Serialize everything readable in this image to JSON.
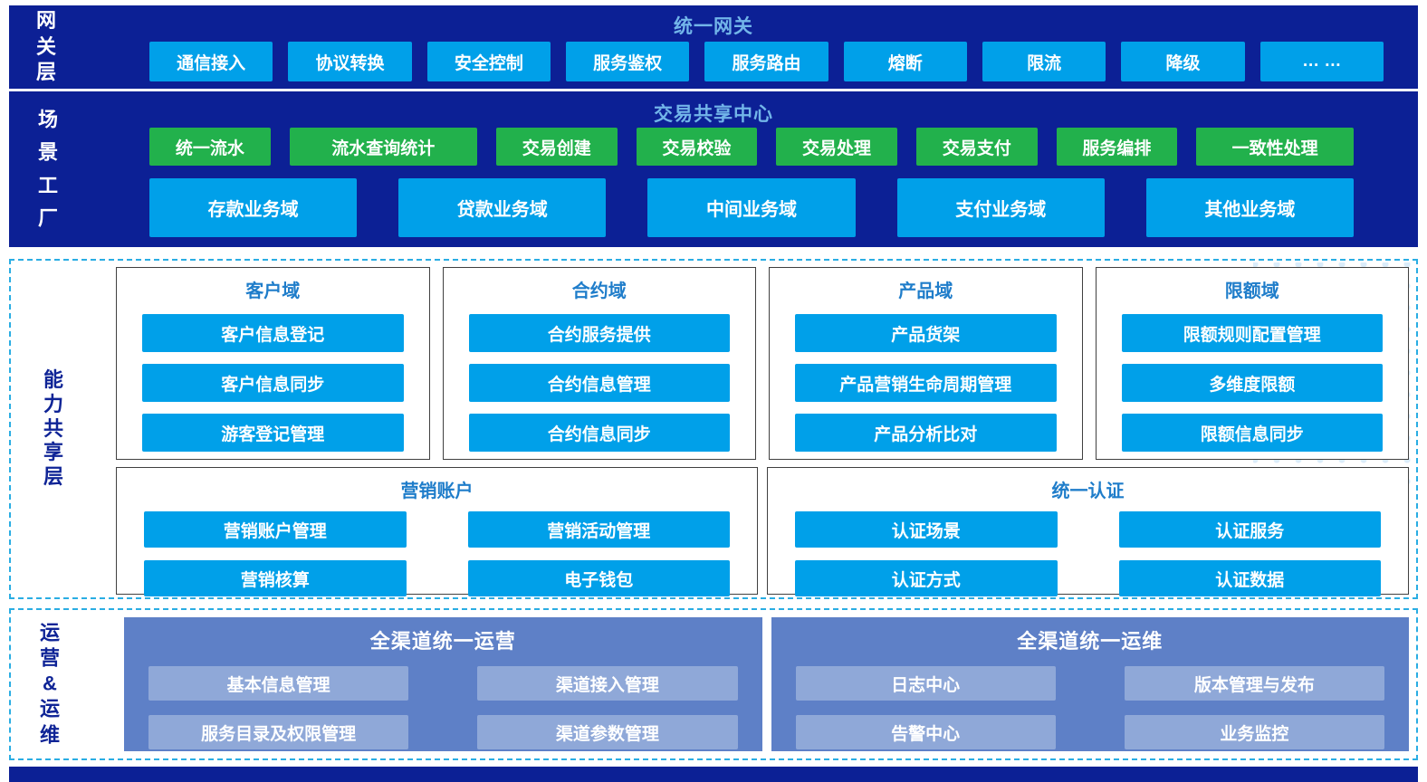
{
  "colors": {
    "navy": "#0c2095",
    "cyan_button": "#00a0e9",
    "green_button": "#22b14c",
    "layer_title_text": "#72b5e9",
    "box_title_text": "#1f7dca",
    "ops_panel": "#5e80c7",
    "ops_button": "#8fa8d8",
    "dashed_border": "#2aade3"
  },
  "gateway": {
    "side_label": "网关层",
    "title": "统一网关",
    "items": [
      "通信接入",
      "协议转换",
      "安全控制",
      "服务鉴权",
      "服务路由",
      "熔断",
      "限流",
      "降级",
      "… …"
    ]
  },
  "scenario": {
    "side_label": "场景工厂",
    "title": "交易共享中心",
    "services": [
      "统一流水",
      "流水查询统计",
      "交易创建",
      "交易校验",
      "交易处理",
      "交易支付",
      "服务编排",
      "一致性处理"
    ],
    "domains": [
      "存款业务域",
      "贷款业务域",
      "中间业务域",
      "支付业务域",
      "其他业务域"
    ]
  },
  "capability": {
    "side_label": "能力共享层",
    "domains": [
      {
        "title": "客户域",
        "items": [
          "客户信息登记",
          "客户信息同步",
          "游客登记管理"
        ]
      },
      {
        "title": "合约域",
        "items": [
          "合约服务提供",
          "合约信息管理",
          "合约信息同步"
        ]
      },
      {
        "title": "产品域",
        "items": [
          "产品货架",
          "产品营销生命周期管理",
          "产品分析比对"
        ]
      },
      {
        "title": "限额域",
        "items": [
          "限额规则配置管理",
          "多维度限额",
          "限额信息同步"
        ]
      }
    ],
    "wide_domains": [
      {
        "title": "营销账户",
        "items": [
          "营销账户管理",
          "营销活动管理",
          "营销核算",
          "电子钱包"
        ]
      },
      {
        "title": "统一认证",
        "items": [
          "认证场景",
          "认证服务",
          "认证方式",
          "认证数据"
        ]
      }
    ]
  },
  "operations": {
    "side_label": "运营&运维",
    "panels": [
      {
        "title": "全渠道统一运营",
        "items": [
          "基本信息管理",
          "渠道接入管理",
          "服务目录及权限管理",
          "渠道参数管理"
        ]
      },
      {
        "title": "全渠道统一运维",
        "items": [
          "日志中心",
          "版本管理与发布",
          "告警中心",
          "业务监控"
        ]
      }
    ]
  }
}
